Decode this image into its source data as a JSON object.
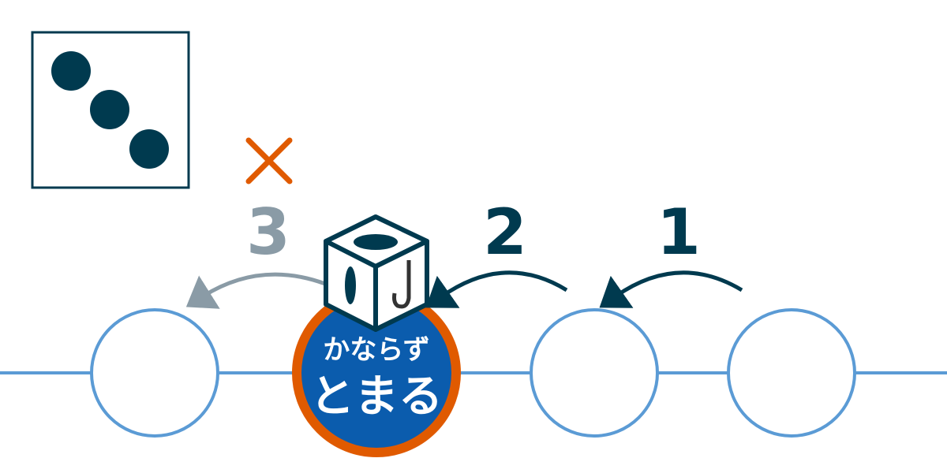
{
  "dice": {
    "face_value": 3,
    "color": "#003a4f"
  },
  "steps": [
    {
      "label": "1",
      "color": "#003a4f"
    },
    {
      "label": "2",
      "color": "#003a4f"
    },
    {
      "label": "3",
      "color": "#8a9ba6"
    }
  ],
  "blocked_mark": {
    "symbol": "×",
    "color": "#e05a00"
  },
  "stop_space": {
    "line1": "かならず",
    "line2": "とまる",
    "fill": "#0b5cad",
    "border": "#e05a00"
  },
  "colors": {
    "track": "#5b9bd5",
    "dark": "#003a4f"
  }
}
